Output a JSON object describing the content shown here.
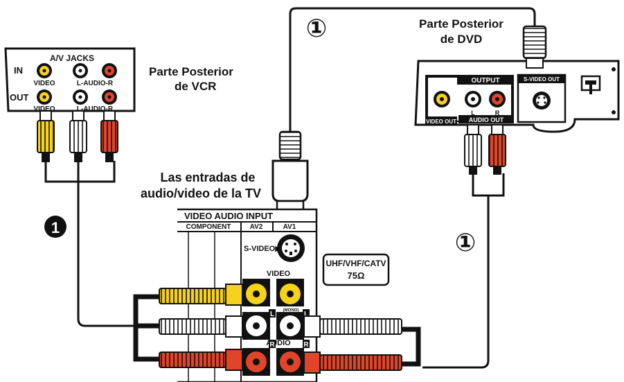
{
  "vcr": {
    "panel_title": "A/V JACKS",
    "row_in": "IN",
    "row_out": "OUT",
    "video_label_in": "VIDEO",
    "audio_label_in": "L-AUDIO-R",
    "video_label_out": "VIDEO",
    "audio_label_out": "L-AUDIO-R",
    "caption_line1": "Parte Posterior",
    "caption_line2": "de VCR"
  },
  "dvd": {
    "caption_line1": "Parte Posterior",
    "caption_line2": "de DVD",
    "output_label": "OUTPUT",
    "svideo_out_label": "S-VIDEO OUT",
    "video_out_label": "VIDEO OUT",
    "audio_out_label": "AUDIO OUT",
    "l": "L",
    "r": "R"
  },
  "tv": {
    "caption_line1": "Las entradas de",
    "caption_line2": "audio/video de la TV",
    "panel_title": "VIDEO AUDIO INPUT",
    "component": "COMPONENT",
    "av2": "AV2",
    "av1": "AV1",
    "svideo": "S-VIDEO▶",
    "video": "VIDEO",
    "audio": "AUDIO",
    "mono": "(MONO)",
    "l": "L",
    "r": "R",
    "antenna_line1": "UHF/VHF/CATV",
    "antenna_line2": "75Ω"
  },
  "markers": {
    "option1_top": "①",
    "option1_right": "①",
    "option1_filled": "➊"
  },
  "colors": {
    "yellow": "#f6d21c",
    "red": "#e0452a",
    "white": "#ffffff",
    "black": "#111111"
  }
}
